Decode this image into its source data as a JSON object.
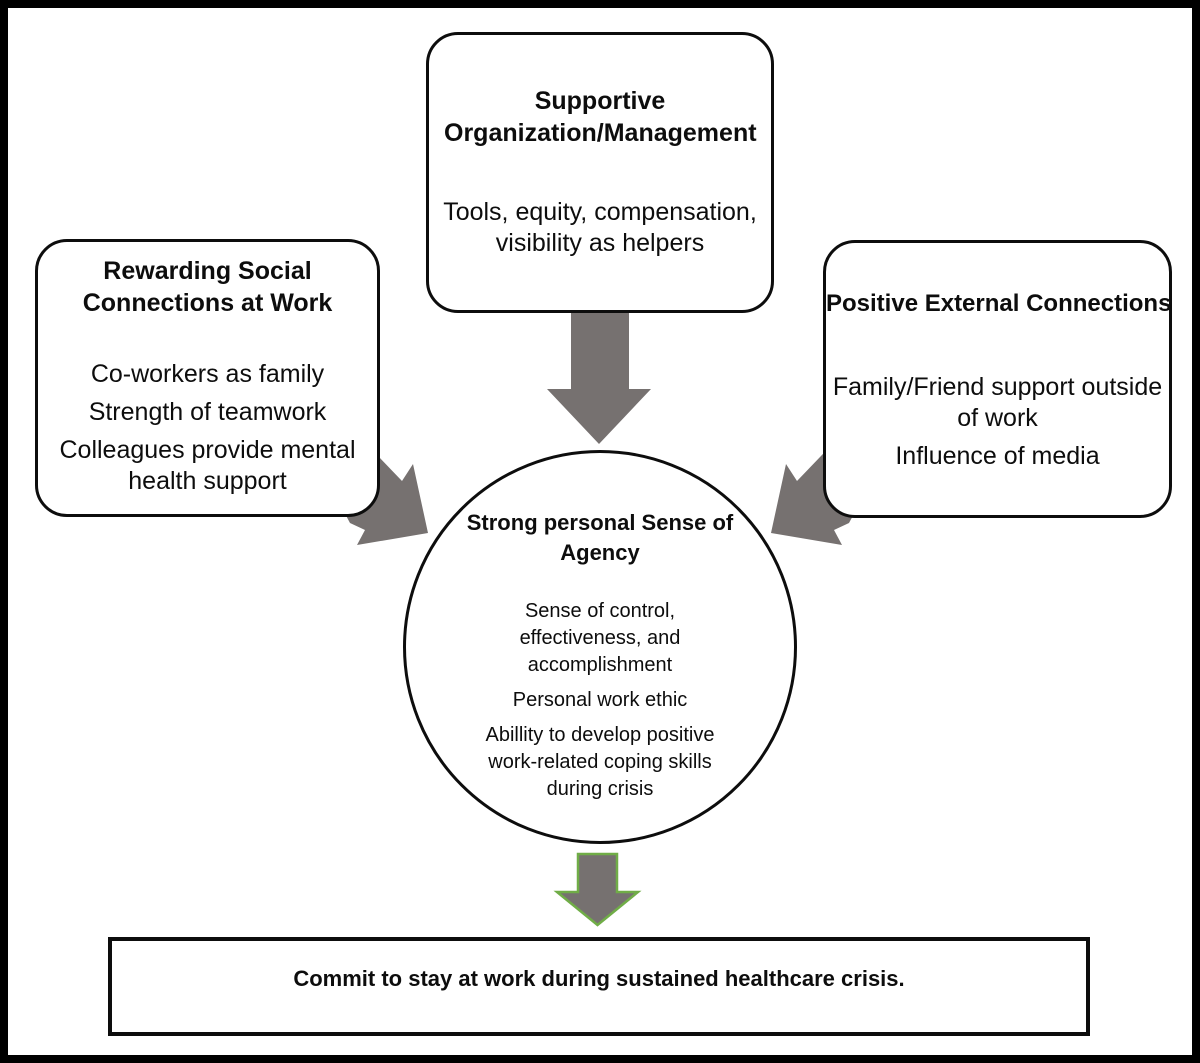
{
  "diagram": {
    "top_box": {
      "title": "Supportive Organization/Management",
      "body": [
        "Tools, equity, compensation, visibility as helpers"
      ]
    },
    "left_box": {
      "title": "Rewarding Social Connections at Work",
      "body": [
        "Co-workers as family",
        "Strength of teamwork",
        "Colleagues provide mental health support"
      ]
    },
    "right_box": {
      "title": "Positive External Connections",
      "body": [
        "Family/Friend support outside of work",
        "Influence of media"
      ]
    },
    "center_circle": {
      "title": "Strong personal Sense of Agency",
      "body": [
        "Sense of control, effectiveness, and accomplishment",
        "Personal work ethic",
        "Abillity to develop positive work-related coping skills during crisis"
      ]
    },
    "outcome_box": {
      "title": "Commit to stay at work during sustained healthcare crisis."
    },
    "arrows": {
      "top_to_circle": "gray block arrow pointing down",
      "left_to_circle": "gray notched block arrow pointing down-right",
      "right_to_circle": "gray notched block arrow pointing down-left",
      "circle_to_outcome": "gray block arrow with green outline pointing down"
    },
    "colors": {
      "arrow_fill": "#767170",
      "arrow_green_outline": "#70ad47",
      "line": "#0d0d0d",
      "background": "#ffffff"
    }
  }
}
